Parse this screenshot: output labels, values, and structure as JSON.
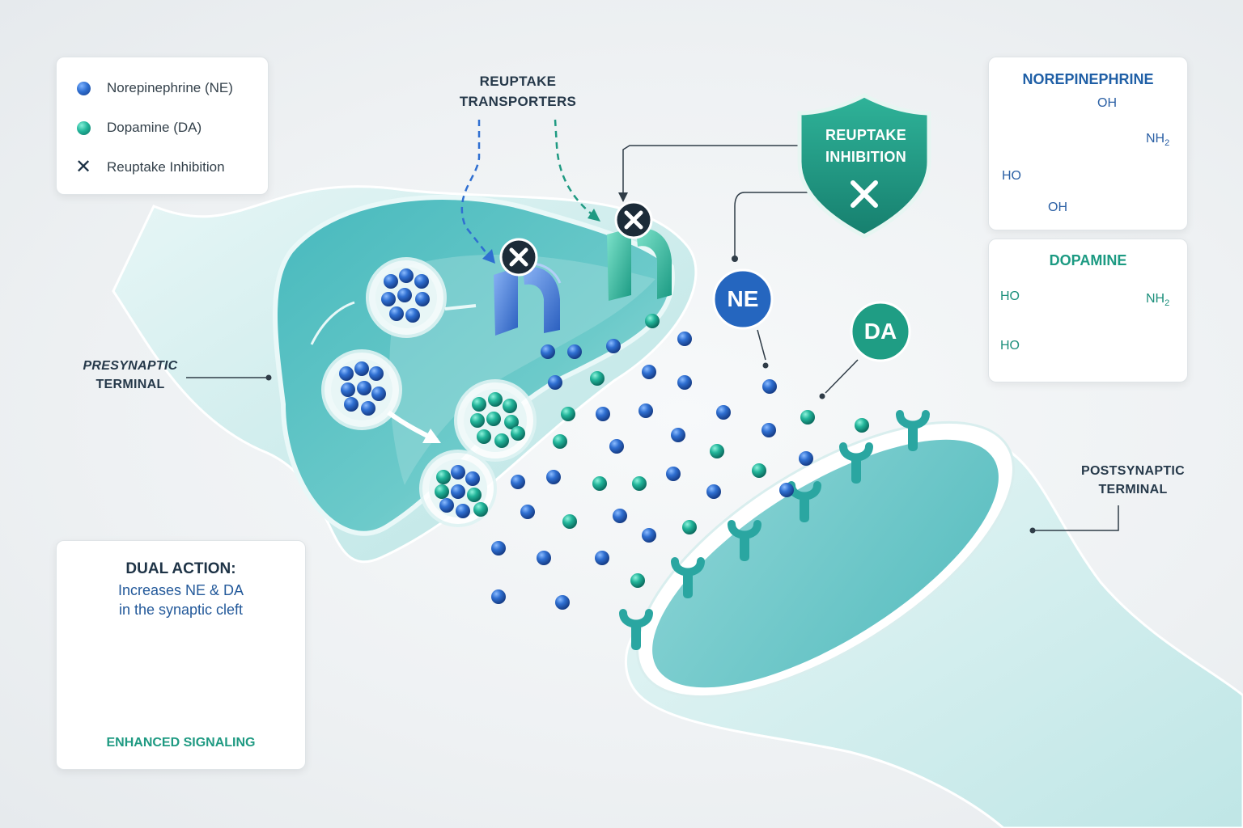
{
  "legend": {
    "items": [
      {
        "marker": "ne-dot",
        "label": "Norepinephrine (NE)"
      },
      {
        "marker": "da-dot",
        "label": "Dopamine (DA)"
      },
      {
        "marker": "x-mark",
        "label": "Reuptake Inhibition"
      }
    ]
  },
  "labels": {
    "presynaptic": [
      "PRESYNAPTIC",
      "TERMINAL"
    ],
    "postsynaptic": [
      "POSTSYNAPTIC",
      "TERMINAL"
    ],
    "reuptake_transporters": [
      "REUPTAKE",
      "TRANSPORTERS"
    ],
    "shield": [
      "REUPTAKE",
      "INHIBITION"
    ],
    "ne_badge": "NE",
    "da_badge": "DA"
  },
  "structures": {
    "norepinephrine": {
      "title": "NOREPINEPHRINE",
      "oh_top": "OH",
      "nh2": "NH",
      "ho": "HO",
      "oh_bottom": "OH"
    },
    "dopamine": {
      "title": "DOPAMINE",
      "ho_top": "HO",
      "nh2": "NH",
      "ho_bottom": "HO"
    }
  },
  "dual_action": {
    "title": "DUAL ACTION:",
    "line1": "Increases NE & DA",
    "line2": "in the synaptic cleft",
    "footer": "ENHANCED SIGNALING"
  },
  "colors": {
    "ne": "#2f6fd1",
    "da": "#22b59a",
    "shield": "#1f9a82",
    "membrane": "#6cc9c9",
    "text_dark": "#26394a"
  },
  "icons": {
    "inhibition": "x-mark-icon",
    "shield": "shield-icon",
    "receptor": "receptor-icon",
    "transporter": "transporter-icon"
  }
}
